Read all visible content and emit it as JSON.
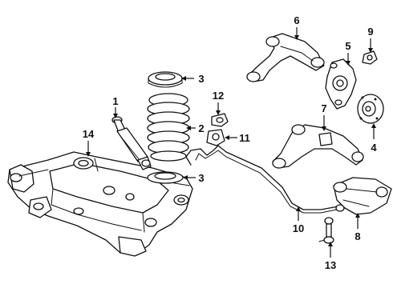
{
  "diagram": {
    "callouts": [
      {
        "id": "1",
        "label": "1"
      },
      {
        "id": "2",
        "label": "2"
      },
      {
        "id": "3a",
        "label": "3"
      },
      {
        "id": "3b",
        "label": "3"
      },
      {
        "id": "4",
        "label": "4"
      },
      {
        "id": "5",
        "label": "5"
      },
      {
        "id": "6",
        "label": "6"
      },
      {
        "id": "7",
        "label": "7"
      },
      {
        "id": "8",
        "label": "8"
      },
      {
        "id": "9",
        "label": "9"
      },
      {
        "id": "10",
        "label": "10"
      },
      {
        "id": "11",
        "label": "11"
      },
      {
        "id": "12",
        "label": "12"
      },
      {
        "id": "13",
        "label": "13"
      },
      {
        "id": "14",
        "label": "14"
      }
    ]
  }
}
